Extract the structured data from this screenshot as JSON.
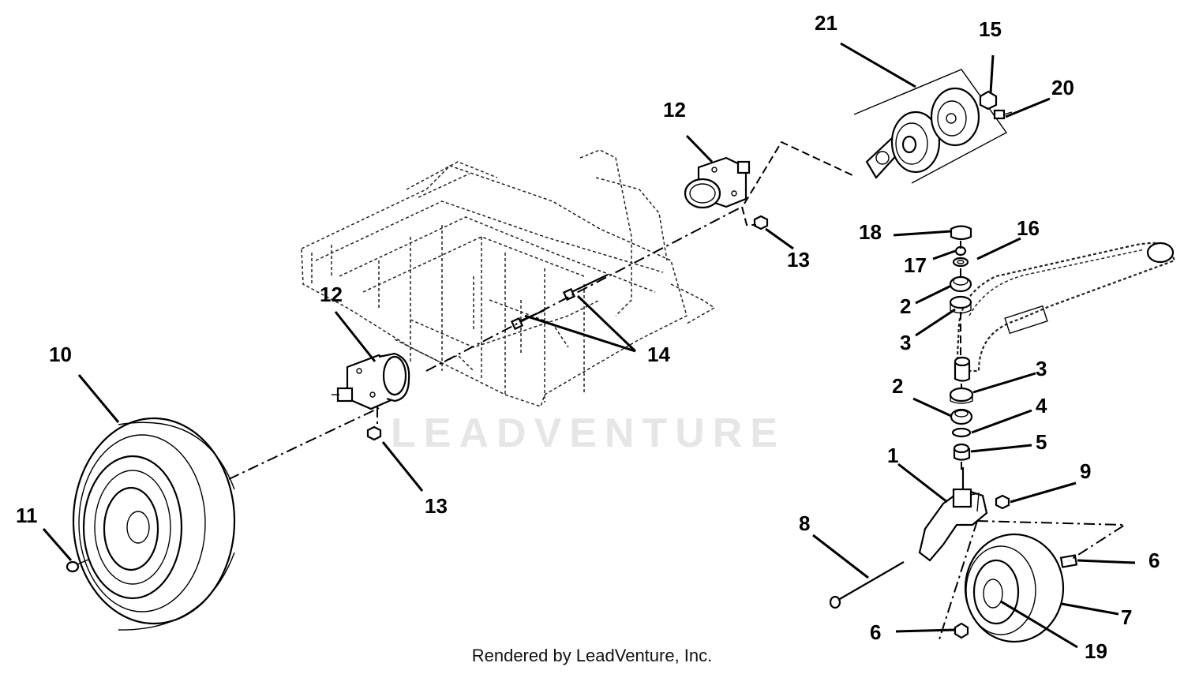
{
  "watermark": "LEADVENTURE",
  "footer": "Rendered by LeadVenture, Inc.",
  "callouts": [
    "21",
    "15",
    "20",
    "12",
    "18",
    "16",
    "17",
    "2",
    "3",
    "13",
    "12",
    "14",
    "10",
    "3",
    "2",
    "4",
    "5",
    "1",
    "9",
    "11",
    "13",
    "8",
    "6",
    "7",
    "6",
    "19"
  ]
}
